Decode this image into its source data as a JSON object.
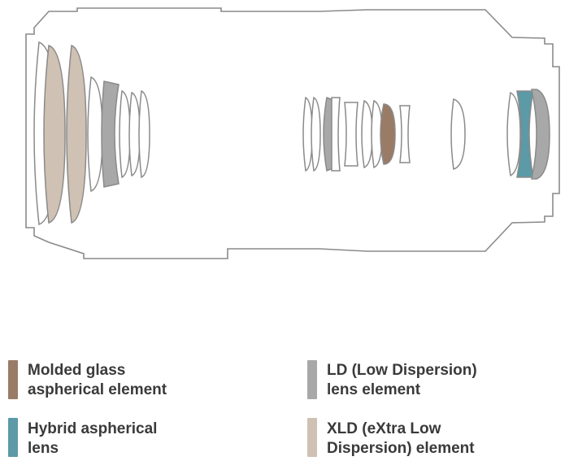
{
  "colors": {
    "outline": "#8a8a8a",
    "lens_fill_plain": "#ffffff",
    "molded_glass": "#9a7b66",
    "hybrid": "#5b9aa6",
    "ld": "#a8a8a8",
    "xld": "#cfc1b3"
  },
  "legend": [
    {
      "key": "molded",
      "line1": "Molded glass",
      "line2": "aspherical element",
      "color": "#9a7b66"
    },
    {
      "key": "hybrid",
      "line1": "Hybrid aspherical",
      "line2": "lens",
      "color": "#5b9aa6"
    },
    {
      "key": "ld",
      "line1": "LD (Low Dispersion)",
      "line2": "lens element",
      "color": "#a8a8a8"
    },
    {
      "key": "xld",
      "line1": "XLD (eXtra Low",
      "line2": "Dispersion) element",
      "color": "#cfc1b3"
    }
  ]
}
